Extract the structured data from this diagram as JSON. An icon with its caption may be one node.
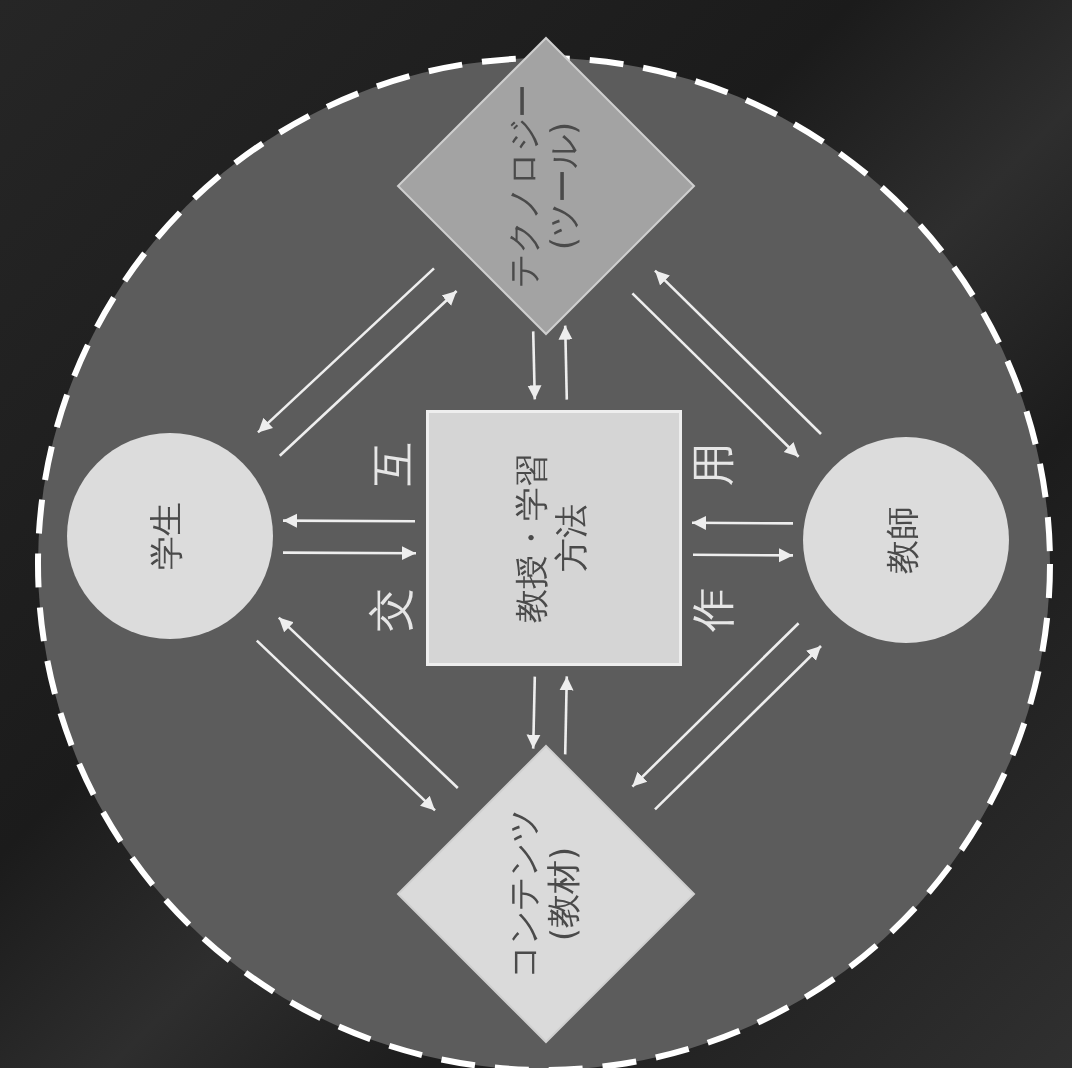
{
  "diagram": {
    "nodes": [
      {
        "text": [
          "テクノロジー(ツール)"
        ]
      },
      {
        "text": [
          "学生"
        ]
      },
      {
        "text": [
          "教授・学習方法"
        ]
      },
      {
        "text": [
          "教師"
        ]
      },
      {
        "text": [
          "コンテンツ(教材)"
        ]
      }
    ],
    "edges": [
      {
        "from": 0,
        "to": 2,
        "arrow": "to"
      },
      {
        "from": 2,
        "to": 0,
        "arrow": "to"
      },
      {
        "from": 1,
        "to": 0,
        "arrow": "to"
      },
      {
        "from": 0,
        "to": 1,
        "arrow": "to"
      },
      {
        "from": 3,
        "to": 0,
        "arrow": "to"
      },
      {
        "from": 0,
        "to": 3,
        "arrow": "to"
      },
      {
        "from": 1,
        "to": 2,
        "arrow": "to"
      },
      {
        "from": 2,
        "to": 1,
        "arrow": "to"
      },
      {
        "from": 2,
        "to": 3,
        "arrow": "to"
      },
      {
        "from": 3,
        "to": 2,
        "arrow": "to"
      },
      {
        "from": 4,
        "to": 1,
        "arrow": "to"
      },
      {
        "from": 1,
        "to": 4,
        "arrow": "to"
      },
      {
        "from": 4,
        "to": 3,
        "arrow": "to"
      },
      {
        "from": 3,
        "to": 4,
        "arrow": "to"
      },
      {
        "from": 2,
        "to": 4,
        "arrow": "to"
      },
      {
        "from": 4,
        "to": 2,
        "arrow": "to"
      }
    ],
    "labels": [
      "交",
      "互",
      "作",
      "用"
    ]
  }
}
